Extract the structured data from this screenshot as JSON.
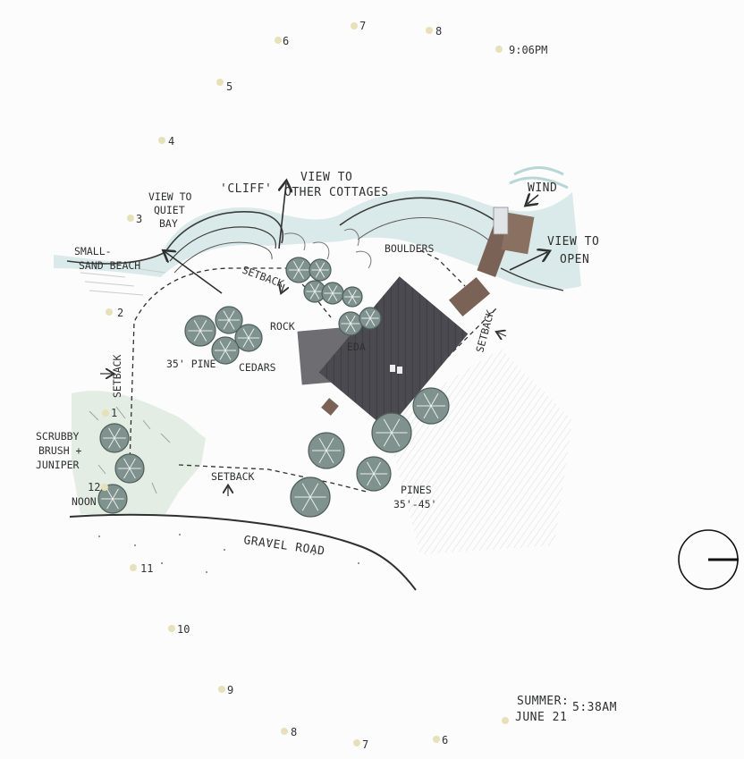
{
  "sun_path": {
    "hours": [
      {
        "label": "7"
      },
      {
        "label": "8"
      },
      {
        "label": "6"
      },
      {
        "label": "5"
      },
      {
        "label": "4"
      },
      {
        "label": "3"
      },
      {
        "label": "2"
      },
      {
        "label": "1"
      },
      {
        "label": "12"
      },
      {
        "label": "11"
      },
      {
        "label": "10"
      },
      {
        "label": "9"
      },
      {
        "label": "8"
      },
      {
        "label": "7"
      },
      {
        "label": "6"
      }
    ],
    "sunset_label": "9:06PM",
    "sunrise_label": "5:38AM",
    "season_label": "SUMMER:",
    "date_label": "JUNE 21",
    "noon_label": "NOON"
  },
  "labels": {
    "cliff": "'CLIFF'",
    "view_other_1": "VIEW TO",
    "view_other_2": "OTHER COTTAGES",
    "view_quiet_1": "VIEW TO",
    "view_quiet_2": "QUIET",
    "view_quiet_3": "BAY",
    "wind": "WIND",
    "view_open_1": "VIEW TO",
    "view_open_2": "OPEN",
    "small_sand_1": "SMALL-",
    "small_sand_2": "SAND BEACH",
    "boulders": "BOULDERS",
    "setback": "SETBACK",
    "rock": "ROCK",
    "cedars_partial": "EDA",
    "pine_35": "35' PINE",
    "cedars": "CEDARS",
    "scrubby_1": "SCRUBBY",
    "scrubby_2": "BRUSH +",
    "scrubby_3": "JUNIPER",
    "pines_1": "PINES",
    "pines_2": "35'-45'",
    "gravel_road": "GRAVEL ROAD"
  },
  "colors": {
    "water": "#cfe3e3",
    "shore_line": "#3a3c3b",
    "tree_fill": "#7f928e",
    "tree_dark": "#4f5f5b",
    "vegetation": "#dfeadf",
    "roof": "#4a4a50",
    "roof_light": "#6e6e72",
    "deck": "#7a6256",
    "sun_dot": "#e8e0b8",
    "ink": "#2f3130"
  },
  "icons": [
    "north-arrow-icon",
    "wind-arrow-icon",
    "view-arrow-icon"
  ]
}
